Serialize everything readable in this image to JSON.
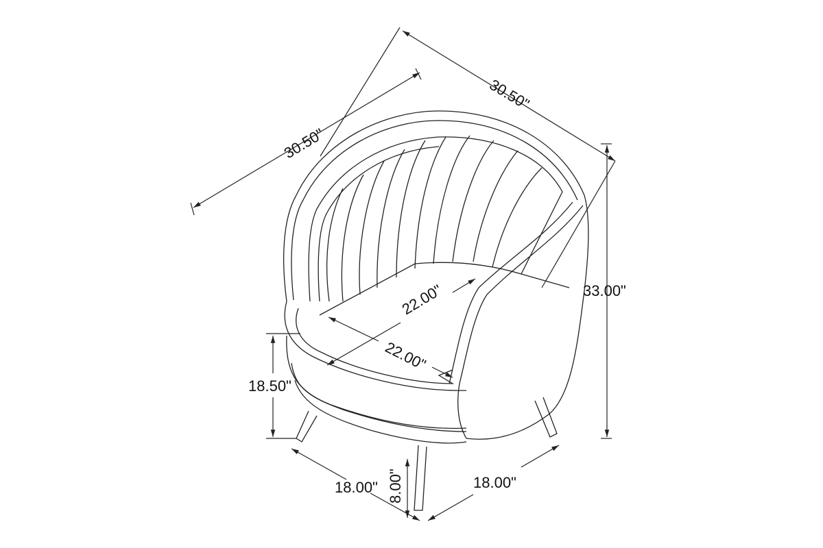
{
  "title": "Chair dimension drawing",
  "dimensions": {
    "depth_top": "30.50\"",
    "width_left": "30.50\"",
    "height_total": "33.00\"",
    "seat_height": "18.50\"",
    "seat_width": "22.00\"",
    "seat_depth": "22.00\"",
    "base_left": "18.00\"",
    "base_right": "18.00\"",
    "leg_height": "8.00\""
  }
}
